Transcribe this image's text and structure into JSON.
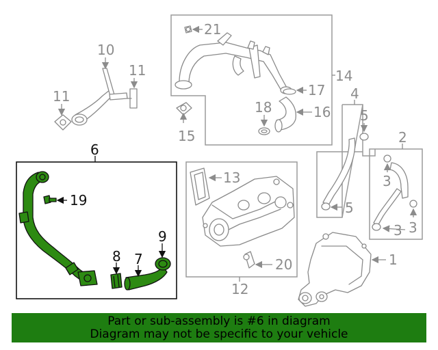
{
  "callouts": {
    "c1": "1",
    "c2": "2",
    "c3a": "3",
    "c3b": "3",
    "c3c": "3",
    "c4": "4",
    "c5a": "5",
    "c5b": "5",
    "c6": "6",
    "c7": "7",
    "c8": "8",
    "c9": "9",
    "c10": "10",
    "c11a": "11",
    "c11b": "11",
    "c12": "12",
    "c13": "13",
    "c14": "14",
    "c15": "15",
    "c16": "16",
    "c17": "17",
    "c18": "18",
    "c19": "19",
    "c20": "20",
    "c21": "21"
  },
  "banner": {
    "line1": "Part or sub-assembly is #6 in diagram",
    "line2": "Diagram may not be specific to your vehicle"
  },
  "colors": {
    "highlight_fill": "#2d8a12",
    "banner_background": "#1e7d11",
    "callout_gray": "#8c8c8c",
    "callout_black": "#111111"
  }
}
